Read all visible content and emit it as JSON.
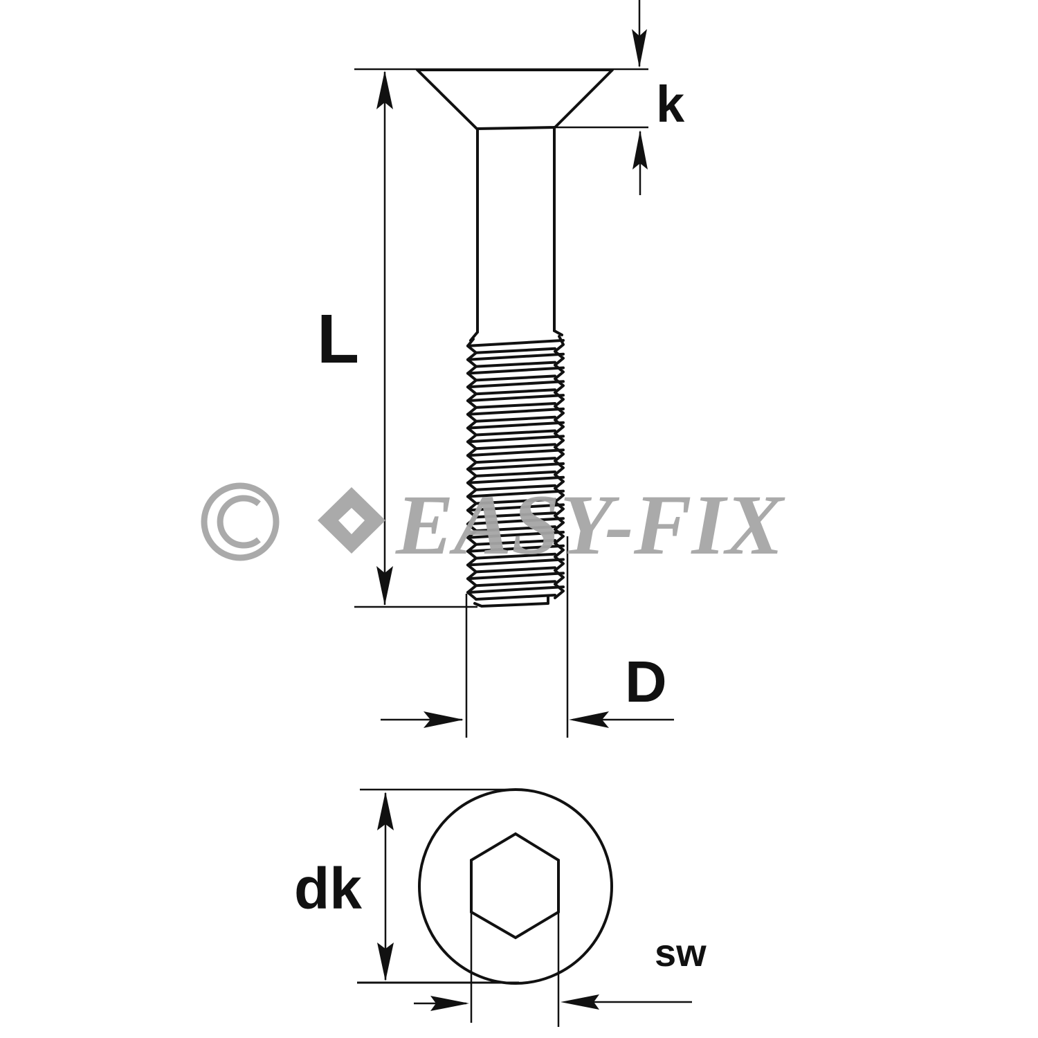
{
  "diagram": {
    "title": "Countersunk hex socket screw dimension drawing",
    "colors": {
      "line": "#111111",
      "watermark": "#a6a6a6",
      "background": "#ffffff"
    },
    "labels": {
      "head_height": "k",
      "length": "L",
      "diameter": "D",
      "head_diameter": "dk",
      "socket_width": "sw"
    },
    "watermark": {
      "copyright_symbol": "©",
      "diamond_symbol": "◆",
      "brand": "EASY-FIX"
    },
    "views": [
      {
        "name": "side-view",
        "description": "Countersunk screw, plain shank and threaded section"
      },
      {
        "name": "top-view",
        "description": "Round head with hexagon socket"
      }
    ],
    "thread_turns": 19
  }
}
